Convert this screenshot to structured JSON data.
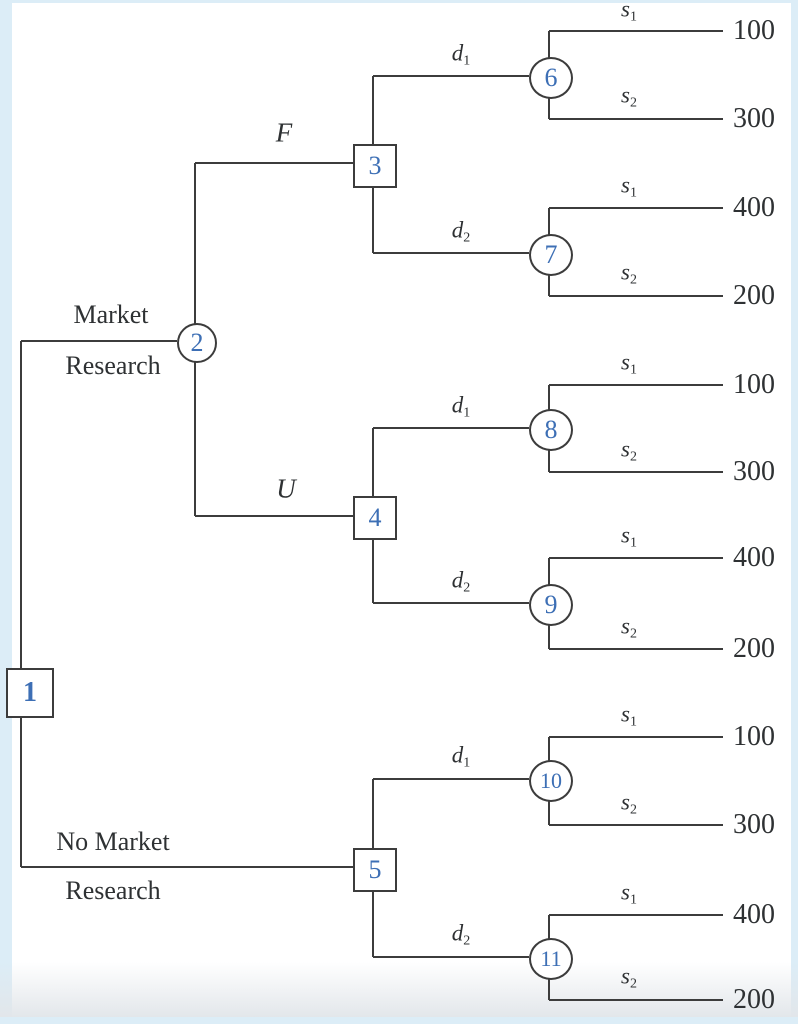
{
  "diagram_type": "decision-tree",
  "colors": {
    "line": "#3c3c3c",
    "text": "#2e3133",
    "node_number": "#3d6fb5",
    "edge_tint": "#dcedf7",
    "bottom_fade": "#e2e6ea"
  },
  "branch_labels": {
    "market": [
      "Market",
      "Research"
    ],
    "no_market": [
      "No Market",
      "Research"
    ],
    "favorable": "F",
    "unfavorable": "U",
    "d1": {
      "base": "d",
      "sub": "1"
    },
    "d2": {
      "base": "d",
      "sub": "2"
    },
    "s1": {
      "base": "s",
      "sub": "1"
    },
    "s2": {
      "base": "s",
      "sub": "2"
    }
  },
  "structure": [
    {
      "node": "1",
      "type": "decision",
      "children": [
        {
          "branch": "Market Research",
          "to": "2"
        },
        {
          "branch": "No Market Research",
          "to": "5"
        }
      ]
    },
    {
      "node": "2",
      "type": "chance",
      "children": [
        {
          "branch": "F",
          "to": "3"
        },
        {
          "branch": "U",
          "to": "4"
        }
      ]
    },
    {
      "node": "3",
      "type": "decision",
      "children": [
        {
          "branch": "d1",
          "to": "6"
        },
        {
          "branch": "d2",
          "to": "7"
        }
      ]
    },
    {
      "node": "4",
      "type": "decision",
      "children": [
        {
          "branch": "d1",
          "to": "8"
        },
        {
          "branch": "d2",
          "to": "9"
        }
      ]
    },
    {
      "node": "5",
      "type": "decision",
      "children": [
        {
          "branch": "d1",
          "to": "10"
        },
        {
          "branch": "d2",
          "to": "11"
        }
      ]
    },
    {
      "node": "6",
      "type": "chance",
      "children": [
        {
          "branch": "s1",
          "payoff": "100"
        },
        {
          "branch": "s2",
          "payoff": "300"
        }
      ]
    },
    {
      "node": "7",
      "type": "chance",
      "children": [
        {
          "branch": "s1",
          "payoff": "400"
        },
        {
          "branch": "s2",
          "payoff": "200"
        }
      ]
    },
    {
      "node": "8",
      "type": "chance",
      "children": [
        {
          "branch": "s1",
          "payoff": "100"
        },
        {
          "branch": "s2",
          "payoff": "300"
        }
      ]
    },
    {
      "node": "9",
      "type": "chance",
      "children": [
        {
          "branch": "s1",
          "payoff": "400"
        },
        {
          "branch": "s2",
          "payoff": "200"
        }
      ]
    },
    {
      "node": "10",
      "type": "chance",
      "children": [
        {
          "branch": "s1",
          "payoff": "100"
        },
        {
          "branch": "s2",
          "payoff": "300"
        }
      ]
    },
    {
      "node": "11",
      "type": "chance",
      "children": [
        {
          "branch": "s1",
          "payoff": "400"
        },
        {
          "branch": "s2",
          "payoff": "200"
        }
      ]
    }
  ]
}
